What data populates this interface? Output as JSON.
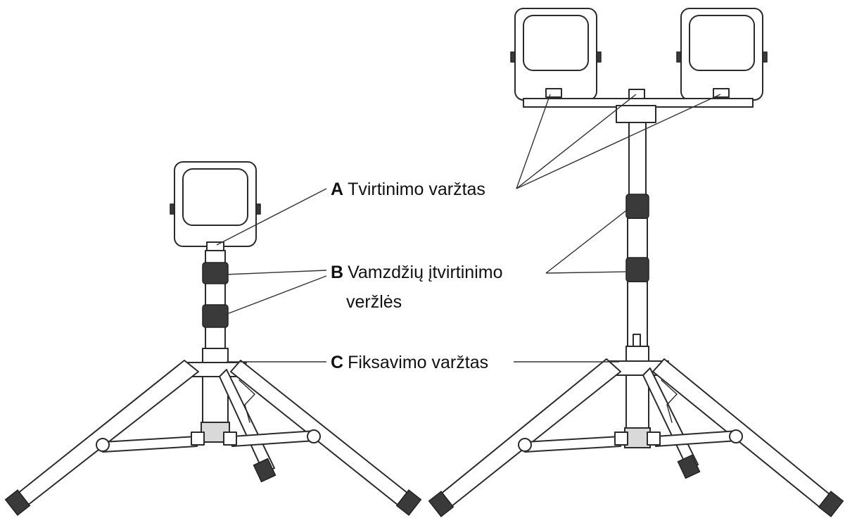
{
  "labels": {
    "a": {
      "letter": "A",
      "text": "Tvirtinimo varžtas"
    },
    "b": {
      "letter": "B",
      "text": "Vamzdžių įtvirtinimo",
      "text2": "veržlės"
    },
    "c": {
      "letter": "C",
      "text": "Fiksavimo varžtas"
    }
  },
  "variants": [
    "single-lamp-tripod",
    "double-lamp-tripod"
  ],
  "colors": {
    "line": "#2b2b2b",
    "background": "#ffffff",
    "nut": "#3a3a3a"
  }
}
